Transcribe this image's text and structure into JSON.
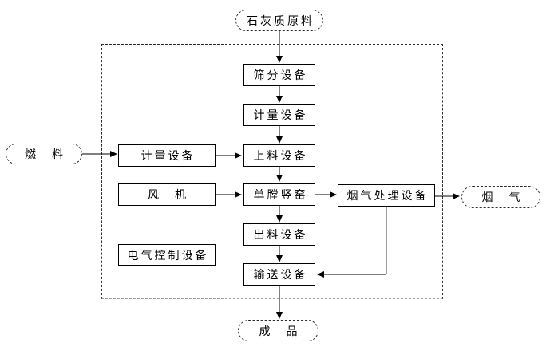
{
  "diagram": {
    "description": "Lime (shaft kiln) production process flow diagram with dashed system boundary",
    "colors": {
      "background": "#ffffff",
      "line": "#000000",
      "muted_line": "#9e9e9e",
      "text": "#000000"
    },
    "nodes": {
      "raw_material": {
        "label": "石灰质原料",
        "shape": "terminal"
      },
      "screening": {
        "label": "筛分设备",
        "shape": "process"
      },
      "metering_main": {
        "label": "计量设备",
        "shape": "process"
      },
      "feeding": {
        "label": "上料设备",
        "shape": "process"
      },
      "kiln": {
        "label": "单膛竖窑",
        "shape": "process"
      },
      "discharge": {
        "label": "出料设备",
        "shape": "process"
      },
      "conveying": {
        "label": "输送设备",
        "shape": "process"
      },
      "fuel": {
        "label": "燃　料",
        "shape": "terminal"
      },
      "metering_fuel": {
        "label": "计量设备",
        "shape": "process"
      },
      "fan": {
        "label": "风　机",
        "shape": "process"
      },
      "electric_control": {
        "label": "电气控制设备",
        "shape": "process"
      },
      "flue_gas_treatment": {
        "label": "烟气处理设备",
        "shape": "process"
      },
      "flue_gas": {
        "label": "烟　气",
        "shape": "terminal"
      },
      "product": {
        "label": "成　品",
        "shape": "terminal"
      }
    },
    "edges": [
      {
        "from": "raw_material",
        "to": "screening"
      },
      {
        "from": "screening",
        "to": "metering_main"
      },
      {
        "from": "metering_main",
        "to": "feeding"
      },
      {
        "from": "feeding",
        "to": "kiln"
      },
      {
        "from": "kiln",
        "to": "discharge"
      },
      {
        "from": "discharge",
        "to": "conveying"
      },
      {
        "from": "conveying",
        "to": "product"
      },
      {
        "from": "fuel",
        "to": "metering_fuel"
      },
      {
        "from": "metering_fuel",
        "to": "feeding"
      },
      {
        "from": "fan",
        "to": "kiln"
      },
      {
        "from": "kiln",
        "to": "flue_gas_treatment"
      },
      {
        "from": "flue_gas_treatment",
        "to": "flue_gas"
      },
      {
        "from": "flue_gas_treatment",
        "to": "conveying"
      }
    ]
  }
}
